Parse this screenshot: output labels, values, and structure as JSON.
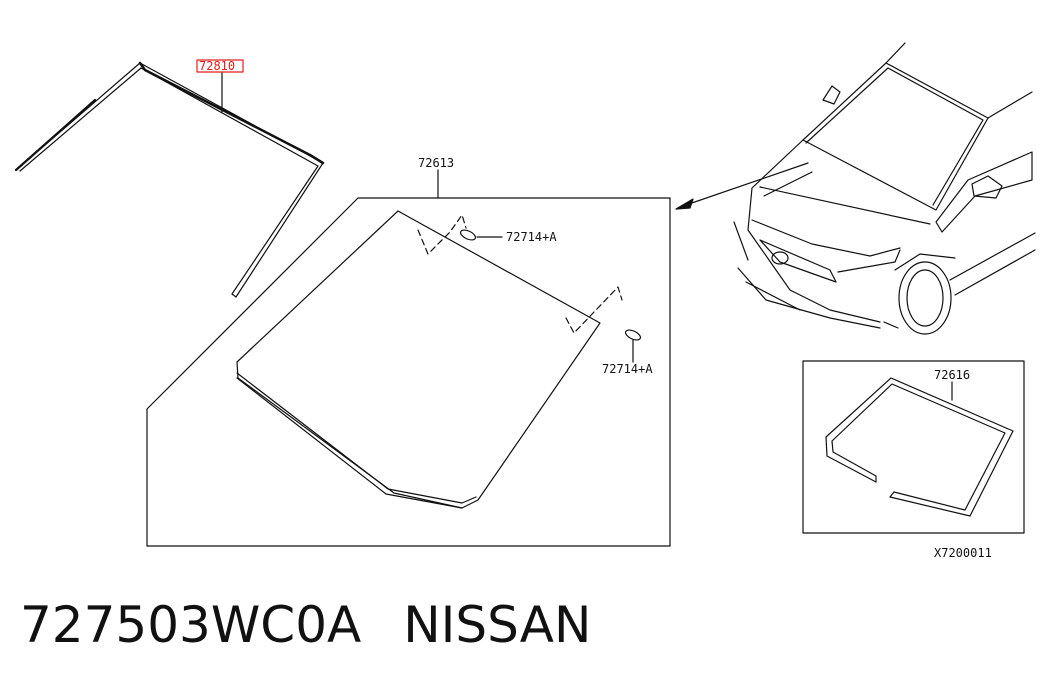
{
  "callouts": {
    "moulding": "72810",
    "glass": "72613",
    "clip_upper": "72714+A",
    "clip_lower": "72714+A",
    "seal_kit": "72616",
    "drawing_id": "X7200011"
  },
  "caption": {
    "part_number": "727503WC0A",
    "brand": "NISSAN"
  },
  "colors": {
    "line": "#111111",
    "highlight": "#e02020"
  }
}
